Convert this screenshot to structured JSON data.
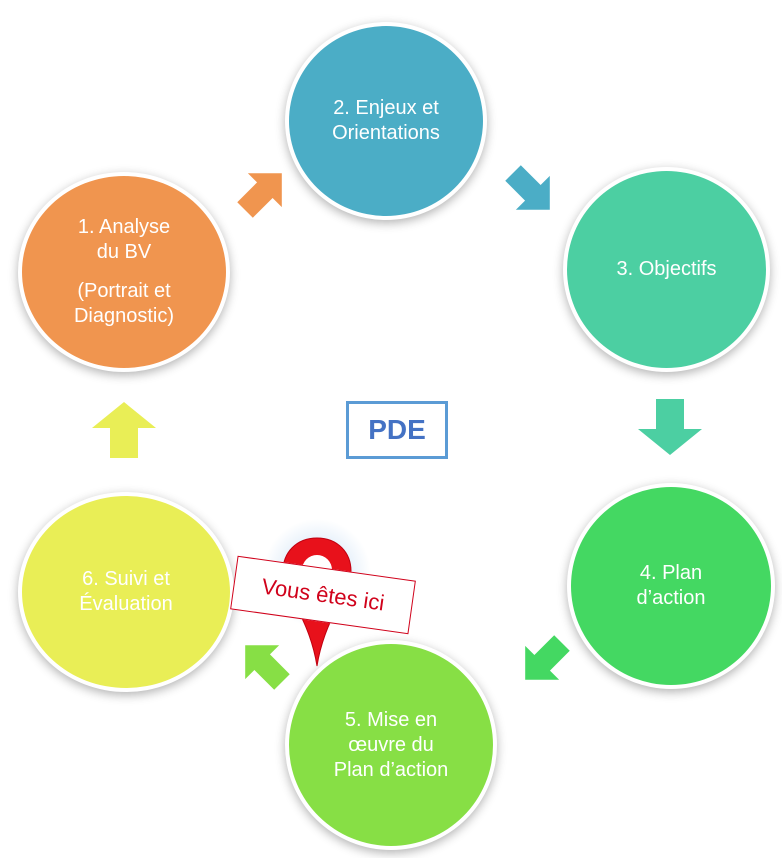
{
  "title": "PDE",
  "steps": [
    {
      "id": "analyse",
      "lines": [
        "1. Analyse",
        "du BV"
      ],
      "sub": [
        "(Portrait et",
        "Diagnostic)"
      ],
      "color": "#f0954f"
    },
    {
      "id": "enjeux",
      "lines": [
        "2. Enjeux et",
        "Orientations"
      ],
      "color": "#4badc6"
    },
    {
      "id": "objectifs",
      "lines": [
        "3. Objectifs"
      ],
      "color": "#4ccfa2"
    },
    {
      "id": "plan",
      "lines": [
        "4. Plan",
        "d’action"
      ],
      "color": "#44d862"
    },
    {
      "id": "mise",
      "lines": [
        "5. Mise en",
        "œuvre du",
        "Plan d’action"
      ],
      "color": "#87df45"
    },
    {
      "id": "suivi",
      "lines": [
        "6. Suivi et",
        "Évaluation"
      ],
      "color": "#e9ee56"
    }
  ],
  "marker": {
    "label": "Vous êtes ici",
    "color": "#e8111b",
    "current_step": 5
  },
  "title_color": "#4472c4"
}
